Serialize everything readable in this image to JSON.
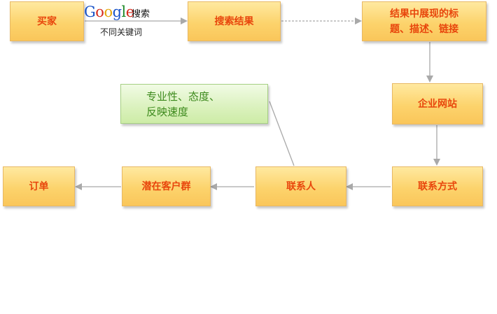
{
  "google_label": {
    "logo": [
      "G",
      "o",
      "o",
      "g",
      "l",
      "e"
    ],
    "logo_colors": [
      "#1a54c8",
      "#d62b1d",
      "#e5a70c",
      "#1a54c8",
      "#1f8a2a",
      "#d62b1d"
    ],
    "suffix": "搜索",
    "subtitle": "不同关键词"
  },
  "nodes": {
    "buyer": "买家",
    "search_results": "搜索结果",
    "result_info_line1": "结果中展现的标",
    "result_info_line2": "题、描述、链接",
    "company_site": "企业网站",
    "contact_method": "联系方式",
    "contact_person": "联系人",
    "potential_customers": "潜在客户群",
    "order": "订单",
    "quality_note_line1": "专业性、态度、",
    "quality_note_line2": "反映速度"
  },
  "colors": {
    "node_text": "#e8460c",
    "note_text": "#3d8a1d",
    "arrow": "#a9a9a9"
  }
}
